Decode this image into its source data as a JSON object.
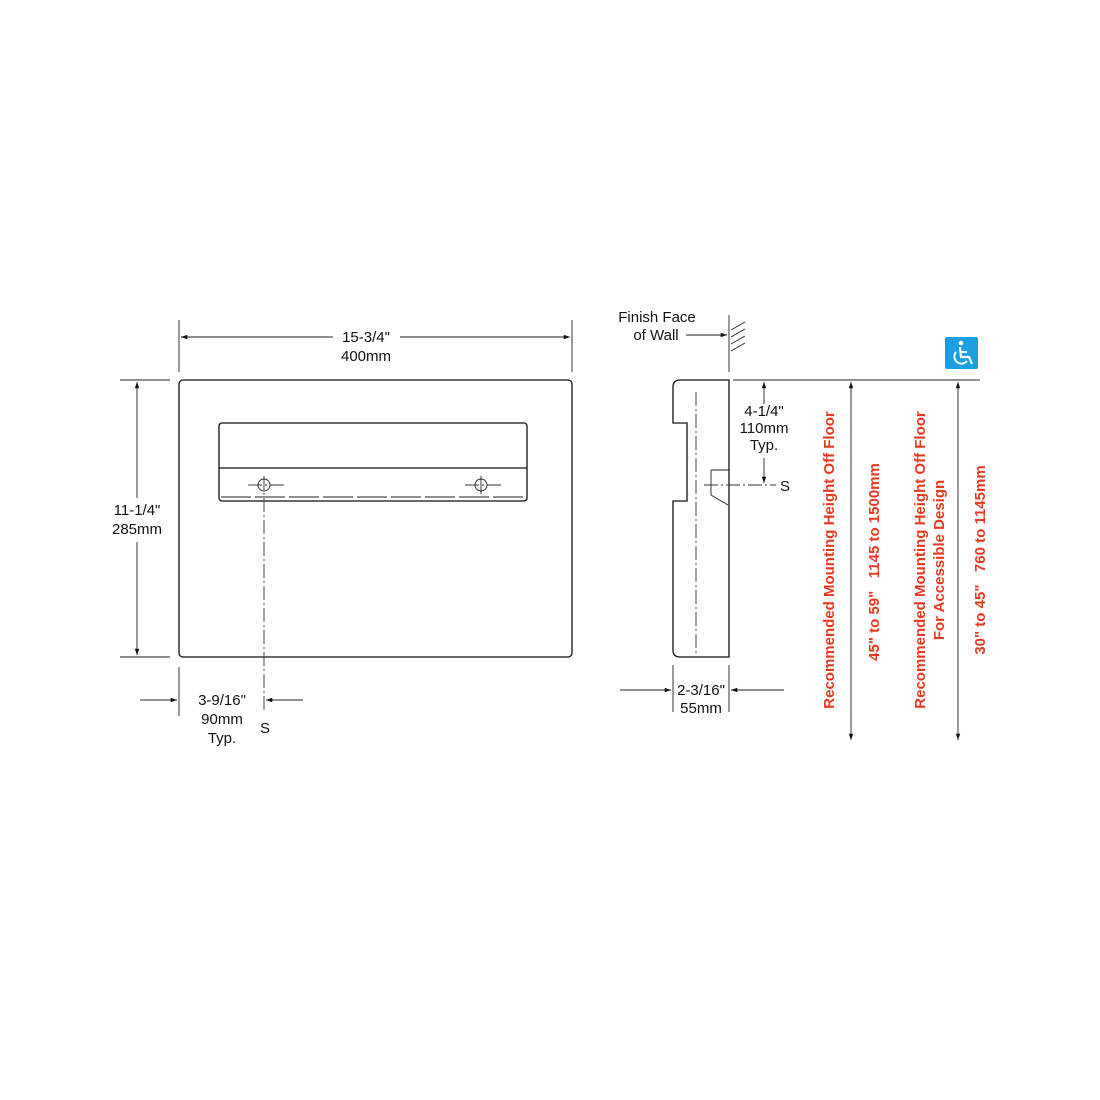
{
  "front_view": {
    "width_in": "15-3/4\"",
    "width_mm": "400mm",
    "height_in": "11-1/4\"",
    "height_mm": "285mm",
    "offset_in": "3-9/16\"",
    "offset_mm": "90mm",
    "offset_typ": "Typ.",
    "stud_label": "S"
  },
  "side_view": {
    "wall_label_line1": "Finish Face",
    "wall_label_line2": "of Wall",
    "depth_in": "2-3/16\"",
    "depth_mm": "55mm",
    "top_offset_in": "4-1/4\"",
    "top_offset_mm": "110mm",
    "top_offset_typ": "Typ.",
    "stud_label": "S"
  },
  "mounting": {
    "standard_label": "Recommended Mounting Height Off Floor",
    "standard_value": "45\" to 59\"   1145 to 1500mm",
    "accessible_label_line1": "Recommended Mounting Height Off Floor",
    "accessible_label_line2": "For Accessible Design",
    "accessible_value": "30\" to 45\"   760 to 1145mm",
    "accessible_icon": "wheelchair-accessibility-icon",
    "accent_color": "#e8381f",
    "icon_color": "#1a9fe0"
  }
}
